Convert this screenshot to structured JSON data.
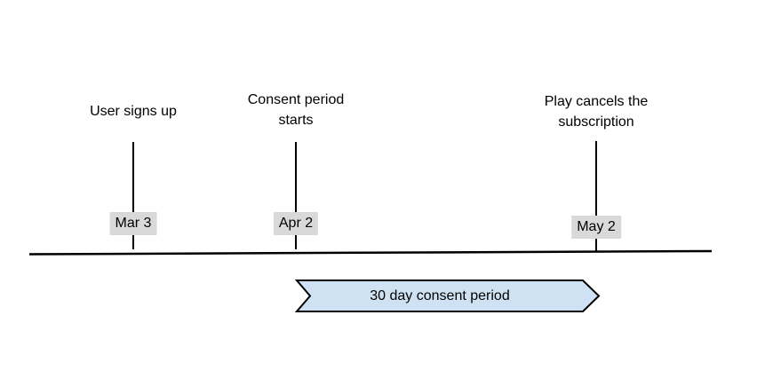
{
  "diagram": {
    "type": "timeline",
    "background": "#ffffff",
    "events": [
      {
        "label": "User signs up",
        "date": "Mar 3"
      },
      {
        "label": "Consent period starts",
        "date": "Apr 2"
      },
      {
        "label": "Play cancels the subscription",
        "date": "May 2"
      }
    ],
    "banner": {
      "label": "30 day consent period"
    },
    "colors": {
      "banner_fill": "#cfe2f3",
      "banner_stroke": "#000000",
      "date_badge_bg": "#d9d9d9",
      "line": "#000000",
      "text": "#000000"
    }
  }
}
